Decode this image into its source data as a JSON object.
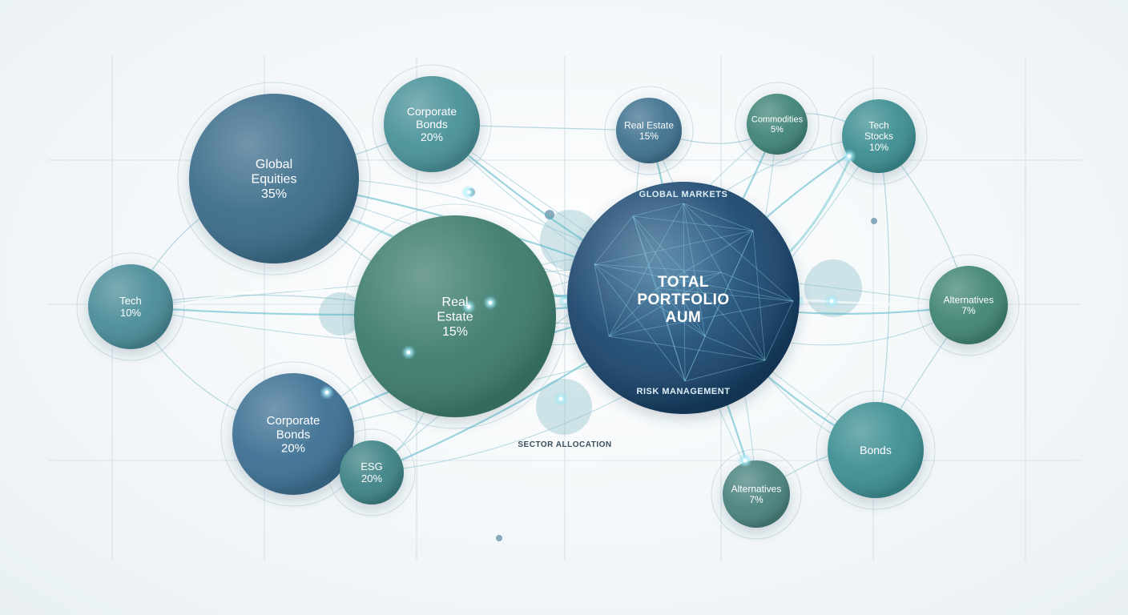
{
  "center": {
    "title_lines": [
      "TOTAL",
      "PORTFOLIO",
      "AUM"
    ],
    "top_caption": "GLOBAL MARKETS",
    "bottom_caption": "RISK MANAGEMENT"
  },
  "footer_caption": "SECTOR ALLOCATION",
  "nodes": [
    {
      "id": "global-equities",
      "lines": [
        "Global",
        "Equities",
        "35%"
      ],
      "color": "#3b6c8a"
    },
    {
      "id": "corporate-bonds-top",
      "lines": [
        "Corporate",
        "Bonds",
        "20%"
      ],
      "color": "#4a9199"
    },
    {
      "id": "real-estate-top",
      "lines": [
        "Real Estate",
        "15%"
      ],
      "color": "#3f7290"
    },
    {
      "id": "commodities",
      "lines": [
        "Commodities",
        "5%"
      ],
      "color": "#3f8478"
    },
    {
      "id": "tech-stocks",
      "lines": [
        "Tech",
        "Stocks",
        "10%"
      ],
      "color": "#3d8e92"
    },
    {
      "id": "tech-left",
      "lines": [
        "Tech",
        "10%"
      ],
      "color": "#4a8c98"
    },
    {
      "id": "real-estate-mid",
      "lines": [
        "Real",
        "Estate",
        "15%"
      ],
      "color": "#3d7b6e"
    },
    {
      "id": "alternatives-right",
      "lines": [
        "Alternatives",
        "7%"
      ],
      "color": "#3f8575"
    },
    {
      "id": "corporate-bonds-bottom",
      "lines": [
        "Corporate",
        "Bonds",
        "20%"
      ],
      "color": "#3c6f93"
    },
    {
      "id": "esg",
      "lines": [
        "ESG",
        "20%"
      ],
      "color": "#3d8285"
    },
    {
      "id": "alternatives-bottom",
      "lines": [
        "Alternatives",
        "7%"
      ],
      "color": "#4a827e"
    },
    {
      "id": "bonds",
      "lines": [
        "Bonds"
      ],
      "color": "#3c8f93"
    }
  ]
}
